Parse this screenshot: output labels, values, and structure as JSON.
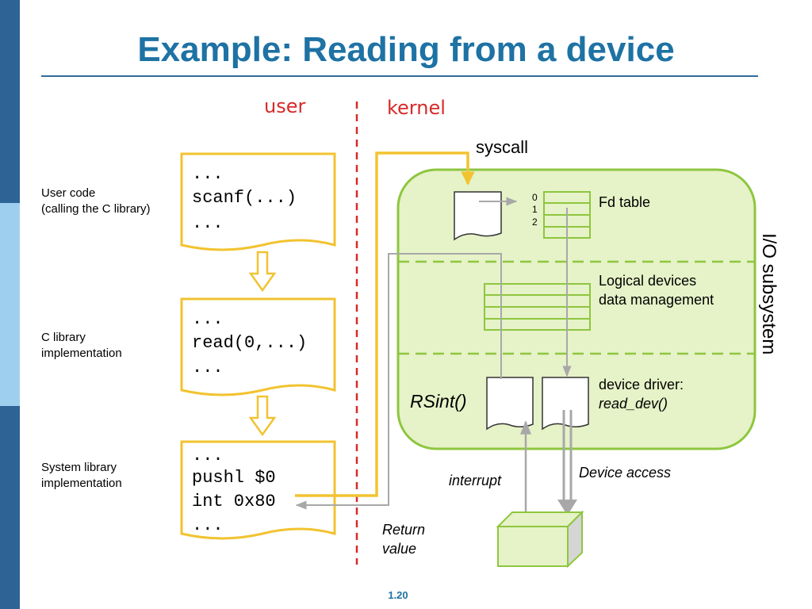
{
  "title": "Example: Reading from a device",
  "regions": {
    "user": "user",
    "kernel": "kernel"
  },
  "side_labels": {
    "user_code_1": "User code",
    "user_code_2": "(calling the C library)",
    "c_library_1": "C library",
    "c_library_2": "implementation",
    "system_library_1": "System library",
    "system_library_2": "implementation"
  },
  "code_blocks": {
    "user_code": [
      "...",
      "scanf(...)",
      "..."
    ],
    "c_library": [
      "...",
      "read(0,...)",
      "..."
    ],
    "system_library": [
      "...",
      "pushl $0",
      "int 0x80",
      "..."
    ]
  },
  "kernel": {
    "syscall": "syscall",
    "subsystem": "I/O subsystem",
    "fd_indices": [
      "0",
      "1",
      "2"
    ],
    "fd_table": "Fd table",
    "logical_devices_1": "Logical devices",
    "logical_devices_2": "data management",
    "driver_1": "device driver:",
    "driver_2": "read_dev()",
    "rsint": "RSint()"
  },
  "labels": {
    "interrupt": "interrupt",
    "device_access": "Device access",
    "return_1": "Return",
    "return_2": "value"
  },
  "colors": {
    "accent_blue": "#1e72a4",
    "flow_yellow": "#f2c330",
    "subsystem_fill": "#e6f2c7",
    "subsystem_border": "#8ec63f",
    "separator_red": "#d62a2a",
    "gray_arrow": "#a8a8a8",
    "device_fill": "#e6f2c7"
  },
  "page_number": "1.20"
}
